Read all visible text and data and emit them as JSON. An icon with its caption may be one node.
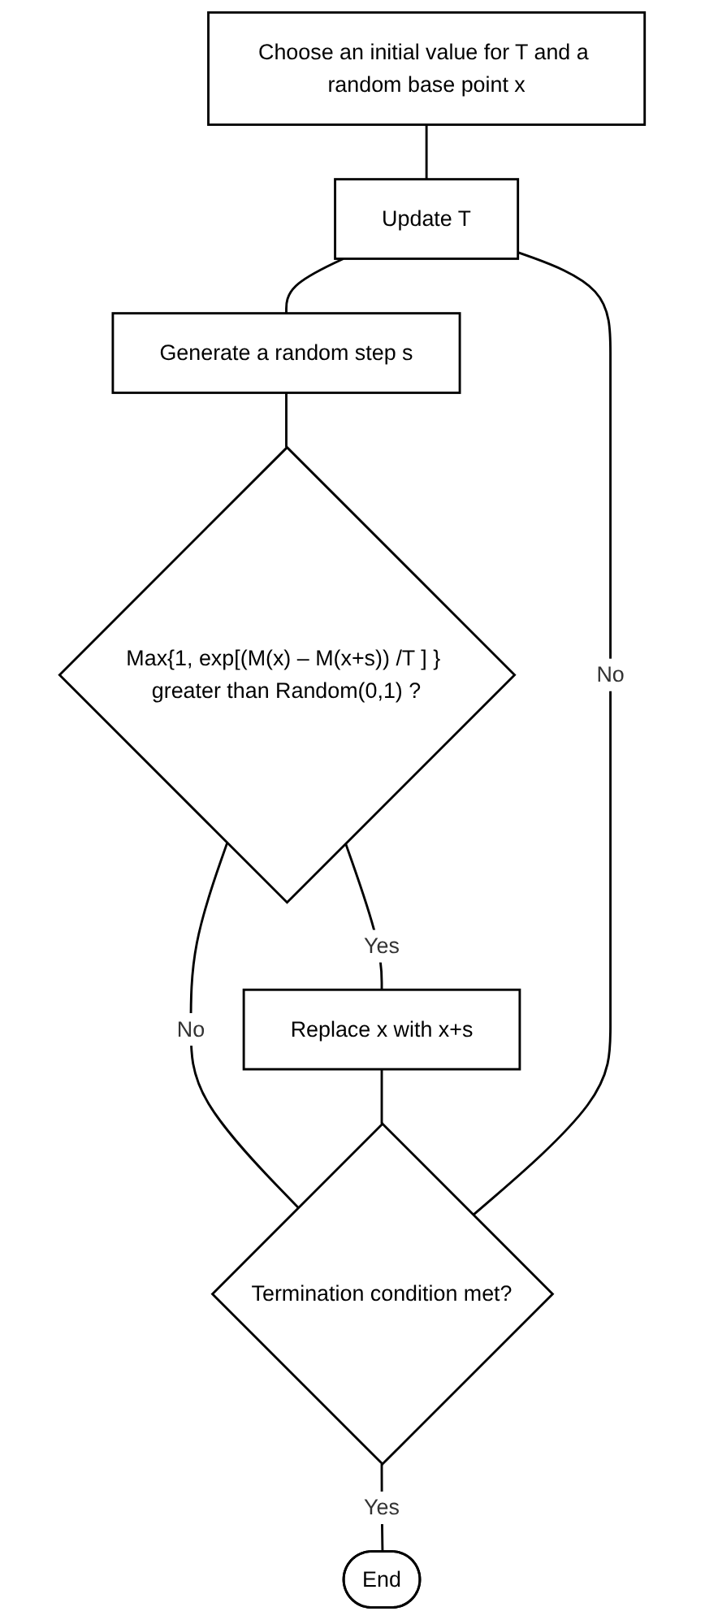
{
  "diagram": {
    "nodes": [
      {
        "text": [
          "Choose an initial value for T and a random base point x"
        ]
      },
      {
        "text": [
          "Update T"
        ]
      },
      {
        "text": [
          "Generate a random step s"
        ]
      },
      {
        "text": [
          "Max{1, exp[(M(x) – M(x+s)) /T ] } greater than Random(0,1) ?"
        ]
      },
      {
        "text": [
          "Replace x with x+s"
        ]
      },
      {
        "text": [
          "Termination condition met?"
        ]
      },
      {
        "text": [
          "End"
        ]
      }
    ],
    "edges": [
      {
        "from": 0,
        "to": 1,
        "arrow": "none"
      },
      {
        "from": 1,
        "to": 2,
        "arrow": "none"
      },
      {
        "from": 2,
        "to": 3,
        "arrow": "none"
      },
      {
        "from": 3,
        "to": 4,
        "label": "Yes",
        "arrow": "none"
      },
      {
        "from": 3,
        "to": 5,
        "label": "No",
        "arrow": "none"
      },
      {
        "from": 4,
        "to": 5,
        "arrow": "none"
      },
      {
        "from": 5,
        "to": 1,
        "label": "No",
        "arrow": "none"
      },
      {
        "from": 5,
        "to": 6,
        "label": "Yes",
        "arrow": "none"
      }
    ]
  }
}
